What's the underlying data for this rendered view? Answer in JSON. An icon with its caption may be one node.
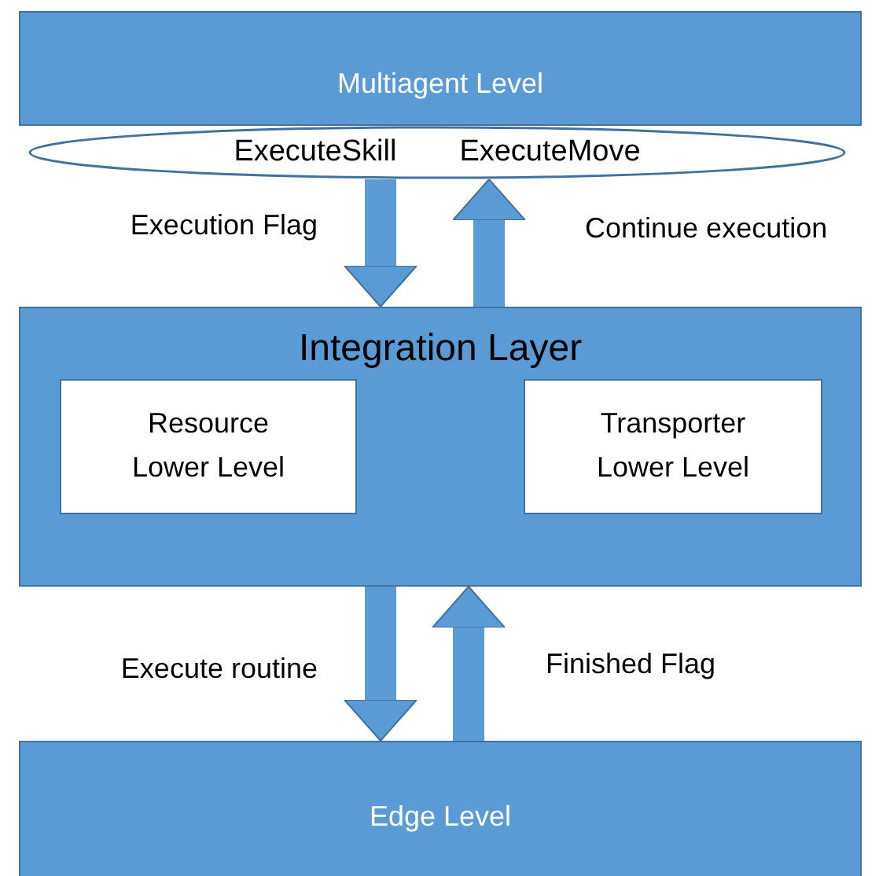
{
  "diagram": {
    "nodes": [
      {
        "text": [
          "Multiagent Level"
        ]
      },
      {
        "text": [
          "ExecuteSkill",
          "ExecuteMove"
        ]
      },
      {
        "text": [
          "Integration Layer"
        ]
      },
      {
        "text": [
          "Resource Lower Level"
        ],
        "in": 2
      },
      {
        "text": [
          "Transporter Lower Level"
        ],
        "in": 2
      },
      {
        "text": [
          "Edge Level"
        ]
      }
    ],
    "edges": [
      {
        "from": 1,
        "to": 2,
        "arrow": "to",
        "label": "Execution Flag"
      },
      {
        "from": 2,
        "to": 1,
        "arrow": "to",
        "label": "Continue execution"
      },
      {
        "from": 2,
        "to": 5,
        "arrow": "to",
        "label": "Execute routine"
      },
      {
        "from": 5,
        "to": 2,
        "arrow": "to",
        "label": "Finished Flag"
      }
    ]
  }
}
